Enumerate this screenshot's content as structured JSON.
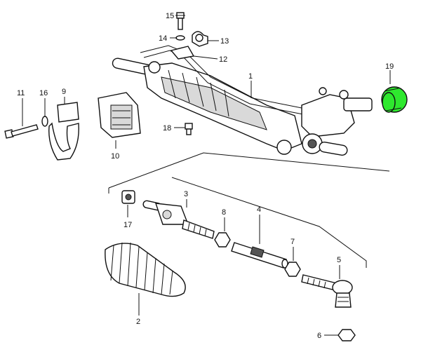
{
  "callouts": [
    {
      "id": "1",
      "label": "1"
    },
    {
      "id": "2",
      "label": "2"
    },
    {
      "id": "3",
      "label": "3"
    },
    {
      "id": "4",
      "label": "4"
    },
    {
      "id": "5",
      "label": "5"
    },
    {
      "id": "6",
      "label": "6"
    },
    {
      "id": "7",
      "label": "7"
    },
    {
      "id": "8",
      "label": "8"
    },
    {
      "id": "9",
      "label": "9"
    },
    {
      "id": "10",
      "label": "10"
    },
    {
      "id": "11",
      "label": "11"
    },
    {
      "id": "12",
      "label": "12"
    },
    {
      "id": "13",
      "label": "13"
    },
    {
      "id": "14",
      "label": "14"
    },
    {
      "id": "15",
      "label": "15"
    },
    {
      "id": "16",
      "label": "16"
    },
    {
      "id": "17",
      "label": "17"
    },
    {
      "id": "18",
      "label": "18"
    },
    {
      "id": "19",
      "label": "19"
    }
  ],
  "colors": {
    "highlight": "#2ee82e",
    "line": "#111111",
    "background": "#ffffff"
  }
}
